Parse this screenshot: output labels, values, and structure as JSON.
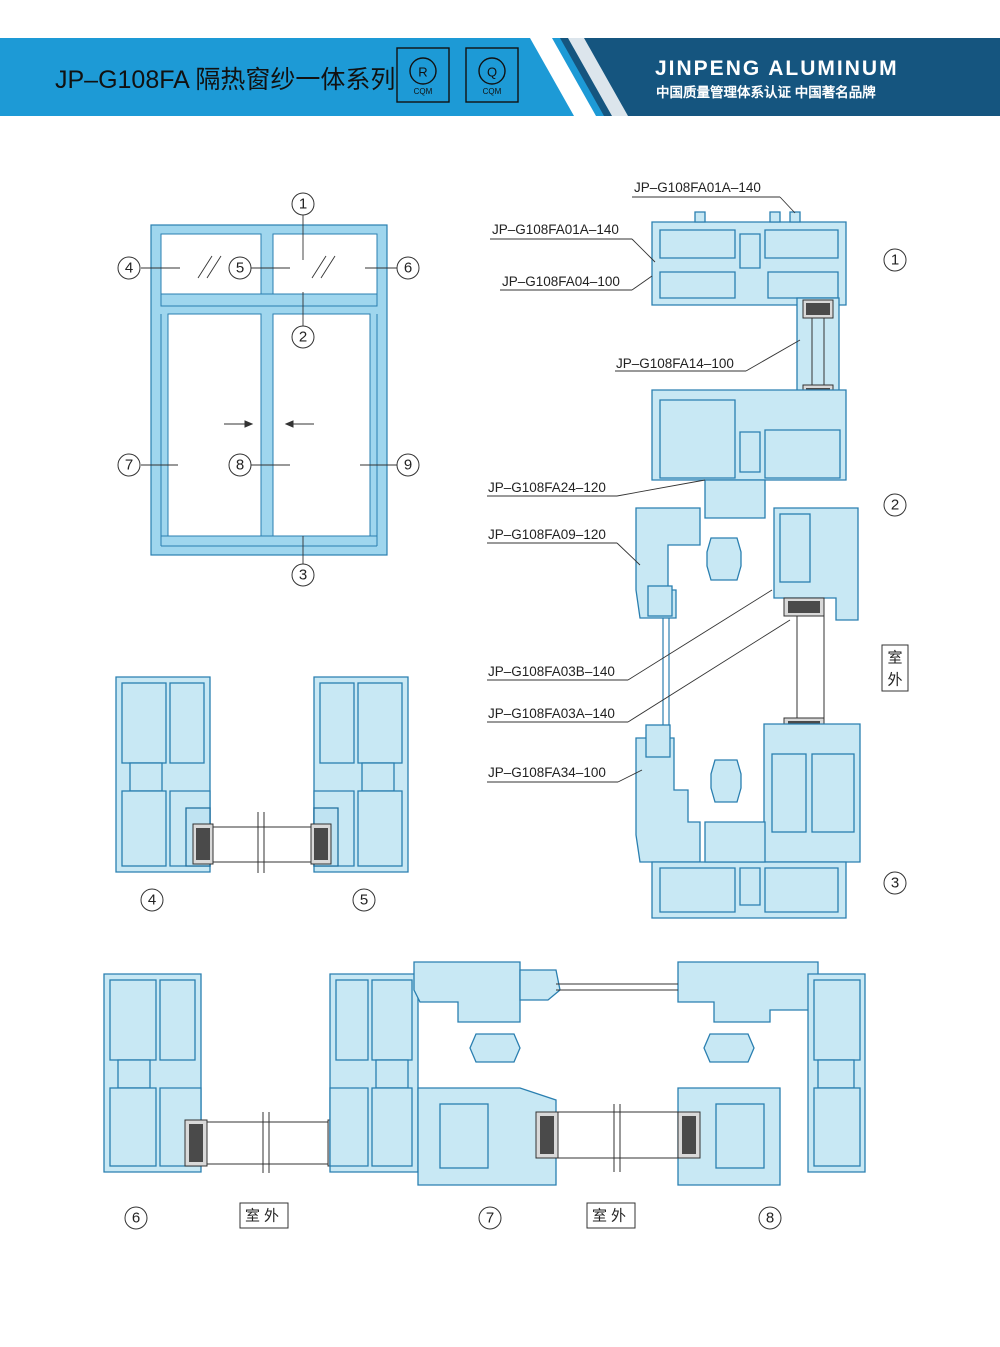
{
  "header": {
    "title": "JP–G108FA 隔热窗纱一体系列",
    "badges": [
      {
        "letter": "R",
        "caption": "CQM"
      },
      {
        "letter": "Q",
        "caption": "CQM"
      }
    ],
    "brand": "JINPENG ALUMINUM",
    "tagline": "中国质量管理体系认证 中国著名品牌",
    "colors": {
      "band_left": "#1d9ad6",
      "band_right": "#15557f",
      "stripe": "#ffffff"
    }
  },
  "elevation": {
    "callouts": [
      "1",
      "2",
      "3",
      "4",
      "5",
      "6",
      "7",
      "8",
      "9"
    ]
  },
  "section_labels": {
    "s1": "1",
    "s2": "2",
    "s3": "3",
    "s4": "4",
    "s5": "5",
    "s6": "6",
    "s7": "7",
    "s8": "8"
  },
  "part_codes": [
    "JP–G108FA01A–140",
    "JP–G108FA01A–140",
    "JP–G108FA04–100",
    "JP–G108FA14–100",
    "JP–G108FA24–120",
    "JP–G108FA09–120",
    "JP–G108FA03B–140",
    "JP–G108FA03A–140",
    "JP–G108FA34–100"
  ],
  "exterior_label": "室外",
  "exterior_label_v1": "室",
  "exterior_label_v2": "外",
  "colors": {
    "profile_fill": "#c8e8f4",
    "profile_stroke": "#2a7fb0",
    "frame_fill": "#9fd6ee"
  }
}
